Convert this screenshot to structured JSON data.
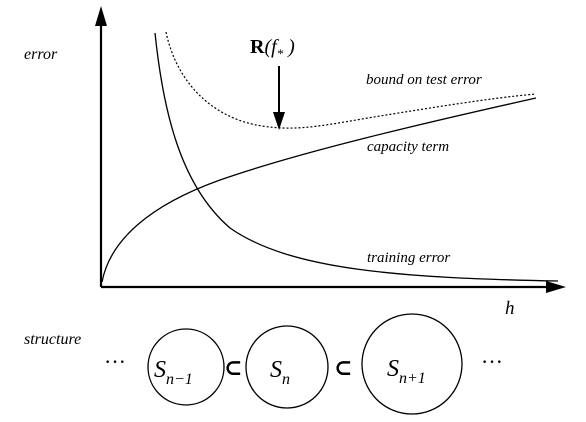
{
  "figure": {
    "y_axis_label": "error",
    "x_axis_label": "h",
    "arrow_label": {
      "bold": "R",
      "rest": "(f",
      "sub": "*",
      "close": " )"
    },
    "curves": {
      "bound": "bound on test error",
      "capacity": "capacity term",
      "training": "training error"
    }
  },
  "structure": {
    "label": "structure",
    "left_dots": "···",
    "right_dots": "···",
    "subset_symbol": "⊂",
    "sets": [
      {
        "base": "S",
        "sub": "n−1"
      },
      {
        "base": "S",
        "sub": "n"
      },
      {
        "base": "S",
        "sub": "n+1"
      }
    ]
  }
}
